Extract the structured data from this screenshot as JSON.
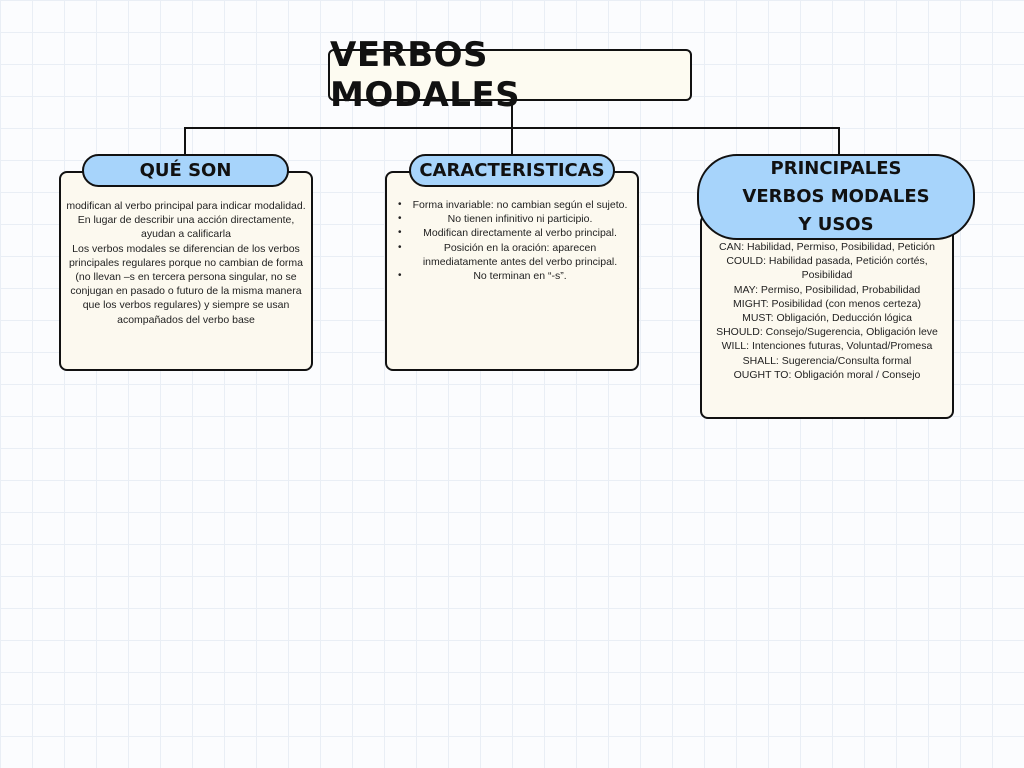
{
  "title": "VERBOS MODALES",
  "sections": [
    {
      "heading": "QUÉ SON",
      "paragraphs": [
        "modifican al verbo principal para indicar modalidad. En lugar de describir una acción directamente, ayudan a calificarla",
        "Los verbos modales se diferencian de los verbos principales regulares porque no cambian de forma (no llevan –s en tercera persona singular, no se conjugan en pasado o futuro de la misma manera que los verbos regulares) y siempre se usan acompañados del verbo base"
      ]
    },
    {
      "heading": "CARACTERISTICAS",
      "bullets": [
        "Forma invariable: no cambian según el sujeto.",
        "No tienen infinitivo ni participio.",
        "Modifican directamente al verbo principal.",
        "Posición en la oración: aparecen inmediatamente antes del verbo principal.",
        "No terminan en “-s”."
      ]
    },
    {
      "heading_lines": [
        "PRINCIPALES",
        "VERBOS MODALES",
        "Y USOS"
      ],
      "items": [
        "CAN: Habilidad, Permiso, Posibilidad, Petición",
        "COULD: Habilidad pasada, Petición cortés, Posibilidad",
        "MAY: Permiso, Posibilidad, Probabilidad",
        "MIGHT: Posibilidad (con menos certeza)",
        "MUST: Obligación, Deducción lógica",
        "SHOULD: Consejo/Sugerencia, Obligación leve",
        "WILL: Intenciones futuras, Voluntad/Promesa",
        "SHALL: Sugerencia/Consulta formal",
        "OUGHT TO: Obligación moral / Consejo"
      ]
    }
  ],
  "bullet_symbol": "•",
  "colors": {
    "pill": "#a7d4fb",
    "card": "#fcf9ef",
    "title_box": "#fdfbf1",
    "border": "#111111"
  }
}
